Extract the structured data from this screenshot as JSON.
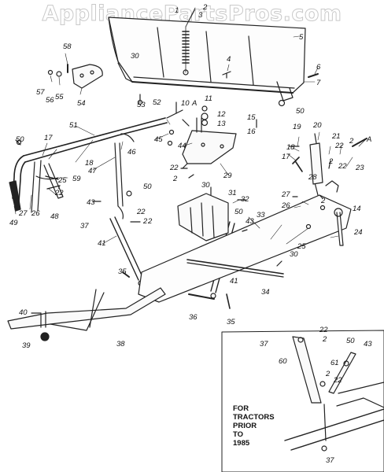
{
  "watermark": "AppliancePartsPros.com",
  "inset_note": [
    "FOR",
    "TRACTORS",
    "PRIOR",
    "TO",
    "1985"
  ],
  "callouts": {
    "c1": "1",
    "c2": "2",
    "c3": "3",
    "c4": "4",
    "c5": "5",
    "c6": "6",
    "c7": "7",
    "c10": "10",
    "cA1": "A",
    "c11": "11",
    "c12": "12",
    "c13": "13",
    "c14": "14",
    "c15": "15",
    "c16": "16",
    "c17a": "17",
    "c17b": "17",
    "c18a": "18",
    "c18b": "18",
    "c19": "19",
    "c20": "20",
    "c21": "21",
    "c22a": "22",
    "c2b": "2",
    "cA2": "A",
    "c23": "23",
    "c24": "24",
    "c25a": "25",
    "c25b": "25",
    "c26a": "26",
    "c26b": "26",
    "c27a": "27",
    "c27b": "27",
    "c28": "28",
    "c29": "29",
    "c30a": "30",
    "c30b": "30",
    "c30c": "30",
    "c31": "31",
    "c32": "32",
    "c33": "33",
    "c34": "34",
    "c35a": "35",
    "c35b": "35",
    "c36": "36",
    "c37a": "37",
    "c38": "38",
    "c39": "39",
    "c40": "40",
    "c41a": "41",
    "c41b": "41",
    "c43a": "43",
    "c43b": "43",
    "c44": "44",
    "c45": "45",
    "c46": "46",
    "c47": "47",
    "c48": "48",
    "c49": "49",
    "c50a": "50",
    "c50b": "50",
    "c50c": "50",
    "c50d": "50",
    "c51": "51",
    "c52": "52",
    "c53": "53",
    "c54": "54",
    "c55": "55",
    "c56": "56",
    "c57": "57",
    "c58": "58",
    "c59": "59",
    "c22b": "22",
    "c22c": "22",
    "c22d": "22",
    "c2c": "2",
    "c2d": "2",
    "c2e": "2",
    "c2f": "2",
    "c2g": "2",
    "c22e": "22",
    "i37a": "37",
    "i22": "22",
    "i2a": "2",
    "i50": "50",
    "i43": "43",
    "i60": "60",
    "i61": "61",
    "i2b": "2",
    "i22b": "22",
    "i37b": "37"
  }
}
